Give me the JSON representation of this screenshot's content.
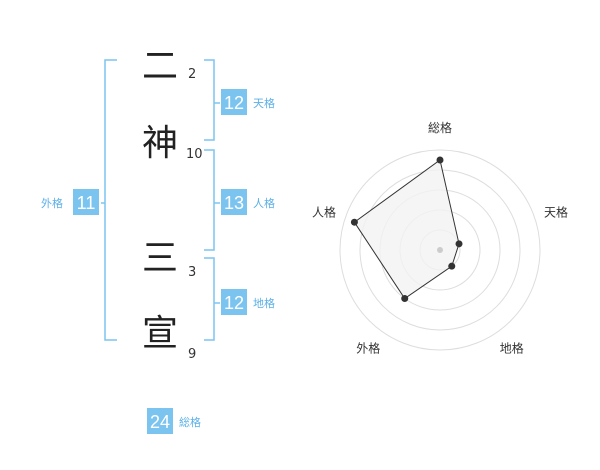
{
  "colors": {
    "accent": "#7cc4f0",
    "accent_text": "#5ab0e8",
    "kanji": "#222222",
    "radar_ring": "#dddddd",
    "radar_fill": "#f2f2f2",
    "radar_line": "#333333"
  },
  "name": {
    "chars": [
      {
        "char": "二",
        "strokes": "2"
      },
      {
        "char": "神",
        "strokes": "10"
      },
      {
        "char": "三",
        "strokes": "3"
      },
      {
        "char": "宣",
        "strokes": "9"
      }
    ]
  },
  "fortunes": {
    "tenkaku": {
      "value": "12",
      "label": "天格"
    },
    "jinkaku": {
      "value": "13",
      "label": "人格"
    },
    "chikaku": {
      "value": "12",
      "label": "地格"
    },
    "gaikaku": {
      "value": "11",
      "label": "外格"
    },
    "soukaku": {
      "value": "24",
      "label": "総格"
    }
  },
  "chart_data": {
    "type": "radar",
    "axes": [
      "総格",
      "天格",
      "地格",
      "外格",
      "人格"
    ],
    "values": [
      4.5,
      1.0,
      1.0,
      3.0,
      4.5
    ],
    "range": [
      0,
      5
    ],
    "rings": 5
  }
}
